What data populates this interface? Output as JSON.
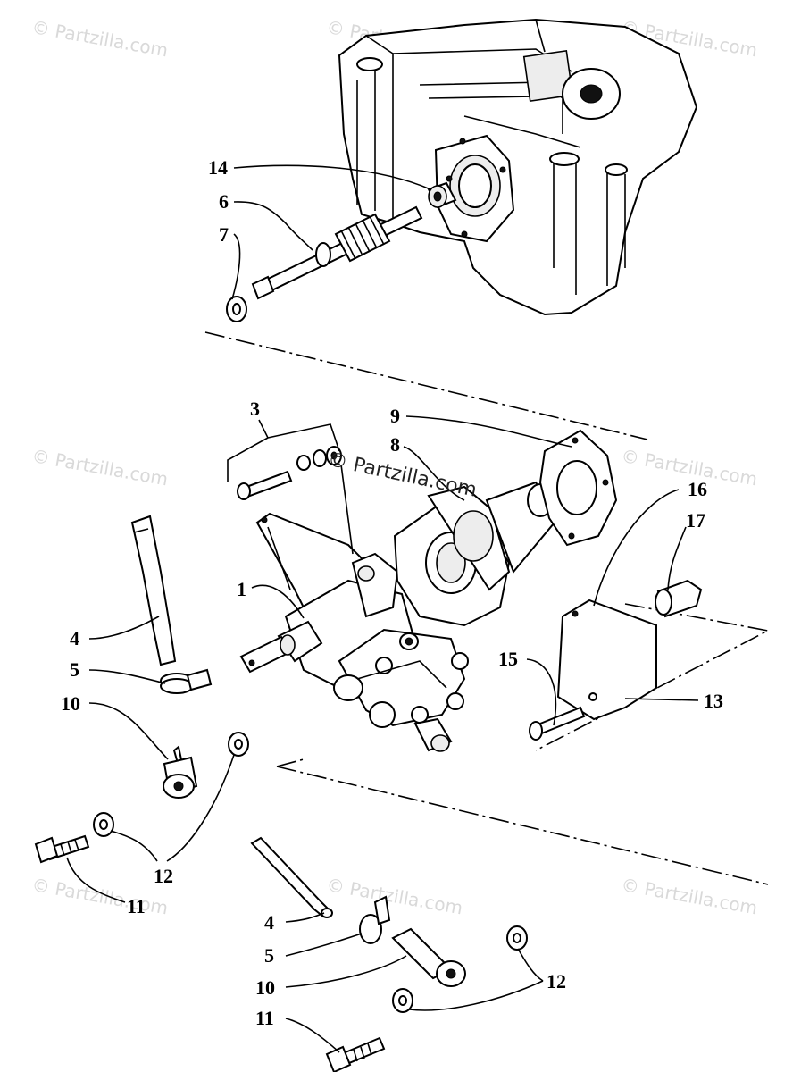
{
  "watermark": {
    "text": "© Partzilla.com",
    "center_text": "© Partzilla.com"
  },
  "callouts": {
    "c14": "14",
    "c6": "6",
    "c7": "7",
    "c3": "3",
    "c9": "9",
    "c8": "8",
    "c1": "1",
    "c16": "16",
    "c17": "17",
    "c4a": "4",
    "c5a": "5",
    "c10a": "10",
    "c15": "15",
    "c13": "13",
    "c12a": "12",
    "c11a": "11",
    "c4b": "4",
    "c5b": "5",
    "c10b": "10",
    "c12b": "12",
    "c11b": "11"
  }
}
